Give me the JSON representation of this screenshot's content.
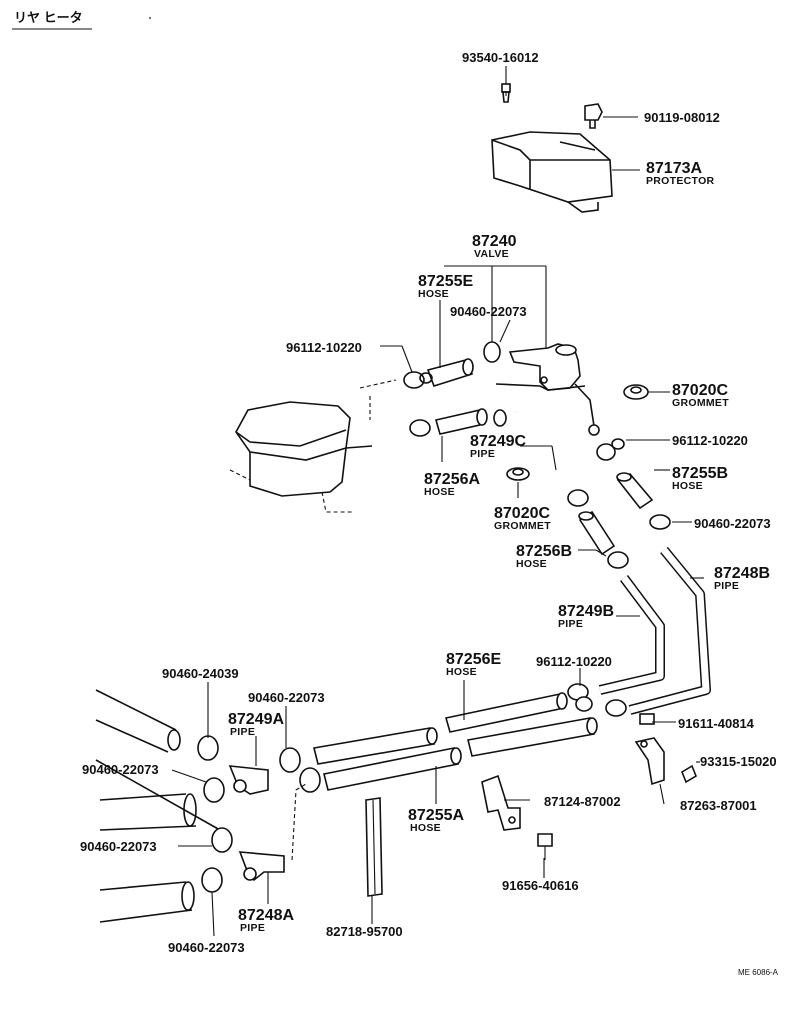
{
  "title": "リヤ ヒータ",
  "code": "ME 6086-A",
  "labels": {
    "l01": {
      "num": "93540-16012"
    },
    "l02": {
      "num": "90119-08012"
    },
    "l03": {
      "num": "87173A",
      "name": "PROTECTOR"
    },
    "l04": {
      "num": "87240",
      "name": "VALVE"
    },
    "l05": {
      "num": "87255E",
      "name": "HOSE"
    },
    "l06": {
      "num": "90460-22073"
    },
    "l07": {
      "num": "96112-10220"
    },
    "l08": {
      "num": "87020C",
      "name": "GROMMET"
    },
    "l09": {
      "num": "96112-10220"
    },
    "l10": {
      "num": "87249C",
      "name": "PIPE"
    },
    "l11": {
      "num": "87256A",
      "name": "HOSE"
    },
    "l12": {
      "num": "87255B",
      "name": "HOSE"
    },
    "l13": {
      "num": "87020C",
      "name": "GROMMET"
    },
    "l14": {
      "num": "90460-22073"
    },
    "l15": {
      "num": "87256B",
      "name": "HOSE"
    },
    "l16": {
      "num": "87248B",
      "name": "PIPE"
    },
    "l17": {
      "num": "87249B",
      "name": "PIPE"
    },
    "l18": {
      "num": "87256E",
      "name": "HOSE"
    },
    "l19": {
      "num": "96112-10220"
    },
    "l20": {
      "num": "90460-24039"
    },
    "l21": {
      "num": "90460-22073"
    },
    "l22": {
      "num": "87249A",
      "name": "PIPE"
    },
    "l23": {
      "num": "91611-40814"
    },
    "l24": {
      "num": "93315-15020"
    },
    "l25": {
      "num": "90460-22073"
    },
    "l26": {
      "num": "87124-87002"
    },
    "l27": {
      "num": "87263-87001"
    },
    "l28": {
      "num": "87255A",
      "name": "HOSE"
    },
    "l29": {
      "num": "90460-22073"
    },
    "l30": {
      "num": "91656-40616"
    },
    "l31": {
      "num": "87248A",
      "name": "PIPE"
    },
    "l32": {
      "num": "82718-95700"
    },
    "l33": {
      "num": "90460-22073"
    }
  }
}
